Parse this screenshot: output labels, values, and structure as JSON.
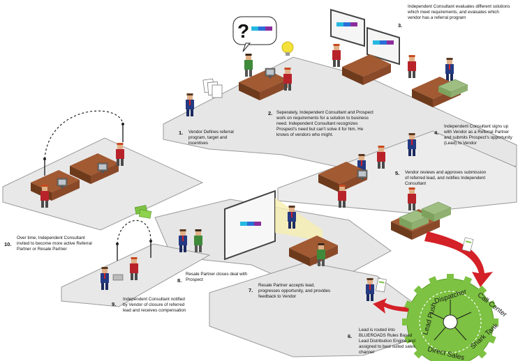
{
  "steps": [
    {
      "num": "1.",
      "text": "Vendor Defines referral program, target and incentives"
    },
    {
      "num": "2.",
      "text": "Seperately, Independent Consultant and Prospect work on requirements for a solution to business need. Independent Consultant recognizes Prospect's need but can't solve it for him. He knows of vendors who might."
    },
    {
      "num": "3.",
      "text": "Independent Consultant evaluates different solutions which meet requirements, and evaluates which vendor has a referral program"
    },
    {
      "num": "4.",
      "text": "Independent Consultant signs up with Vendor as a Referral Partner and submits Prospect's opportunity (Lead) to Vendor"
    },
    {
      "num": "5.",
      "text": "Vendor reviews and approves submission of referred lead, and notifies Independent Consultant"
    },
    {
      "num": "6.",
      "text": "Lead is routed into BLUEROADS Rules Based Lead Distribution Engine and assigned to best suited sales channel"
    },
    {
      "num": "7.",
      "text": "Resale Partner accepts lead, progresses opportunity, and provides feedback to Vendor"
    },
    {
      "num": "8.",
      "text": "Resale Partner closes deal with Prospect"
    },
    {
      "num": "9.",
      "text": "Independent Consultant notified by Vendor of closure of referred lead and receives compensation"
    },
    {
      "num": "10.",
      "text": "Over time, Independent Consultant invited to become more active Referral Partner or Resale Partner"
    }
  ],
  "wheel": {
    "labels": [
      "Dispatcher",
      "Call Center",
      "Shark Tank",
      "Direct Sales",
      "Lead Push"
    ]
  },
  "bubble": {
    "symbol": "?"
  },
  "colors": {
    "platform": "#e6e6e6",
    "desk": "#8a4a2a",
    "gear": "#7dc242",
    "arrow": "#d42027",
    "suit": "#243a82",
    "tile_blue": "#2a6fd8",
    "tile_purple": "#8a2d9c",
    "tile_cyan": "#25b8e0"
  }
}
